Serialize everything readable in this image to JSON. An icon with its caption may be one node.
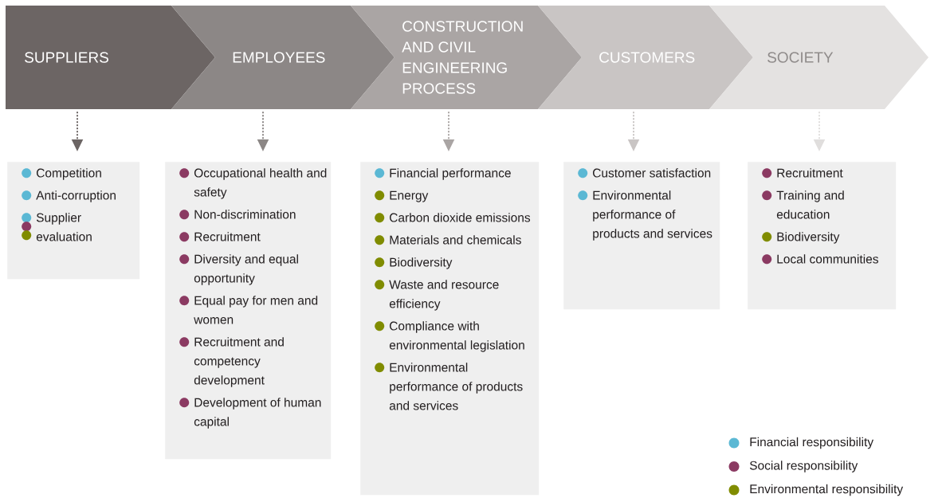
{
  "diagram": {
    "nodes": [
      {
        "text": [
          "SUPPLIERS"
        ]
      },
      {
        "text": [
          "EMPLOYEES"
        ]
      },
      {
        "text": [
          "CONSTRUCTION AND CIVIL ENGINEERING PROCESS"
        ]
      },
      {
        "text": [
          "CUSTOMERS"
        ]
      },
      {
        "text": [
          "SOCIETY"
        ]
      },
      {
        "text": [
          "Competition",
          "Anti-corruption",
          "Supplier evaluation"
        ]
      },
      {
        "text": [
          "Occupational health and safety",
          "Non-discrimination",
          "Recruitment",
          "Diversity and equal opportunity",
          "Equal pay for men and women",
          "Recruitment and competency development",
          "Development of human capital"
        ]
      },
      {
        "text": [
          "Financial performance",
          "Energy",
          "Carbon dioxide emissions",
          "Materials and chemicals",
          "Biodiversity",
          "Waste and resource efficiency",
          "Compliance with environmental legislation",
          "Environmental performance of products and services"
        ]
      },
      {
        "text": [
          "Customer satisfaction",
          "Environmental performance of products and services"
        ]
      },
      {
        "text": [
          "Recruitment",
          "Training and education",
          "Biodiversity",
          "Local communities"
        ]
      }
    ],
    "edges": [
      {
        "from": 0,
        "to": 5,
        "arrow": "to",
        "color": "#6c6564"
      },
      {
        "from": 1,
        "to": 6,
        "arrow": "to",
        "color": "#8c8786"
      },
      {
        "from": 2,
        "to": 7,
        "arrow": "to",
        "color": "#aaa5a4"
      },
      {
        "from": 3,
        "to": 8,
        "arrow": "to",
        "color": "#c9c5c4"
      },
      {
        "from": 4,
        "to": 9,
        "arrow": "to",
        "color": "#e0dedd"
      }
    ],
    "legend": [
      {
        "text": "Financial responsibility",
        "color": "#5bb8d4"
      },
      {
        "text": "Social responsibility",
        "color": "#8b3a62"
      },
      {
        "text": "Environmental responsibility",
        "color": "#808c00"
      }
    ]
  }
}
